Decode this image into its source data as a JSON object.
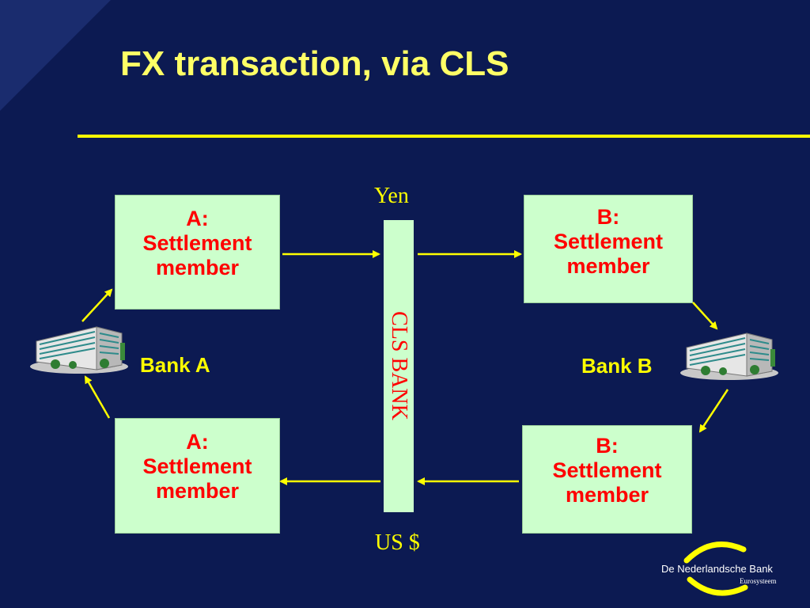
{
  "slide": {
    "title": "FX transaction, via CLS"
  },
  "boxes": {
    "a_top": {
      "line1": "A:",
      "line2": "Settlement",
      "line3": "member"
    },
    "a_bottom": {
      "line1": "A:",
      "line2": "Settlement",
      "line3": "member"
    },
    "b_top": {
      "line1": "B:",
      "line2": "Settlement",
      "line3": "member"
    },
    "b_bottom": {
      "line1": "B:",
      "line2": "Settlement",
      "line3": "member"
    }
  },
  "cls": {
    "label": "CLS BANK"
  },
  "currencies": {
    "top": "Yen",
    "bottom": "US $"
  },
  "banks": {
    "a": "Bank A",
    "b": "Bank B"
  },
  "logo": {
    "name": "De Nederlandsche Bank",
    "subtitle": "Eurosysteem"
  },
  "colors": {
    "background": "#0c1a52",
    "title": "#ffff66",
    "box_fill": "#ccffcc",
    "box_text": "#ff0000",
    "arrow": "#ffff00"
  },
  "icons": {
    "bank": "building-icon",
    "logo": "dnb-logo-icon"
  }
}
